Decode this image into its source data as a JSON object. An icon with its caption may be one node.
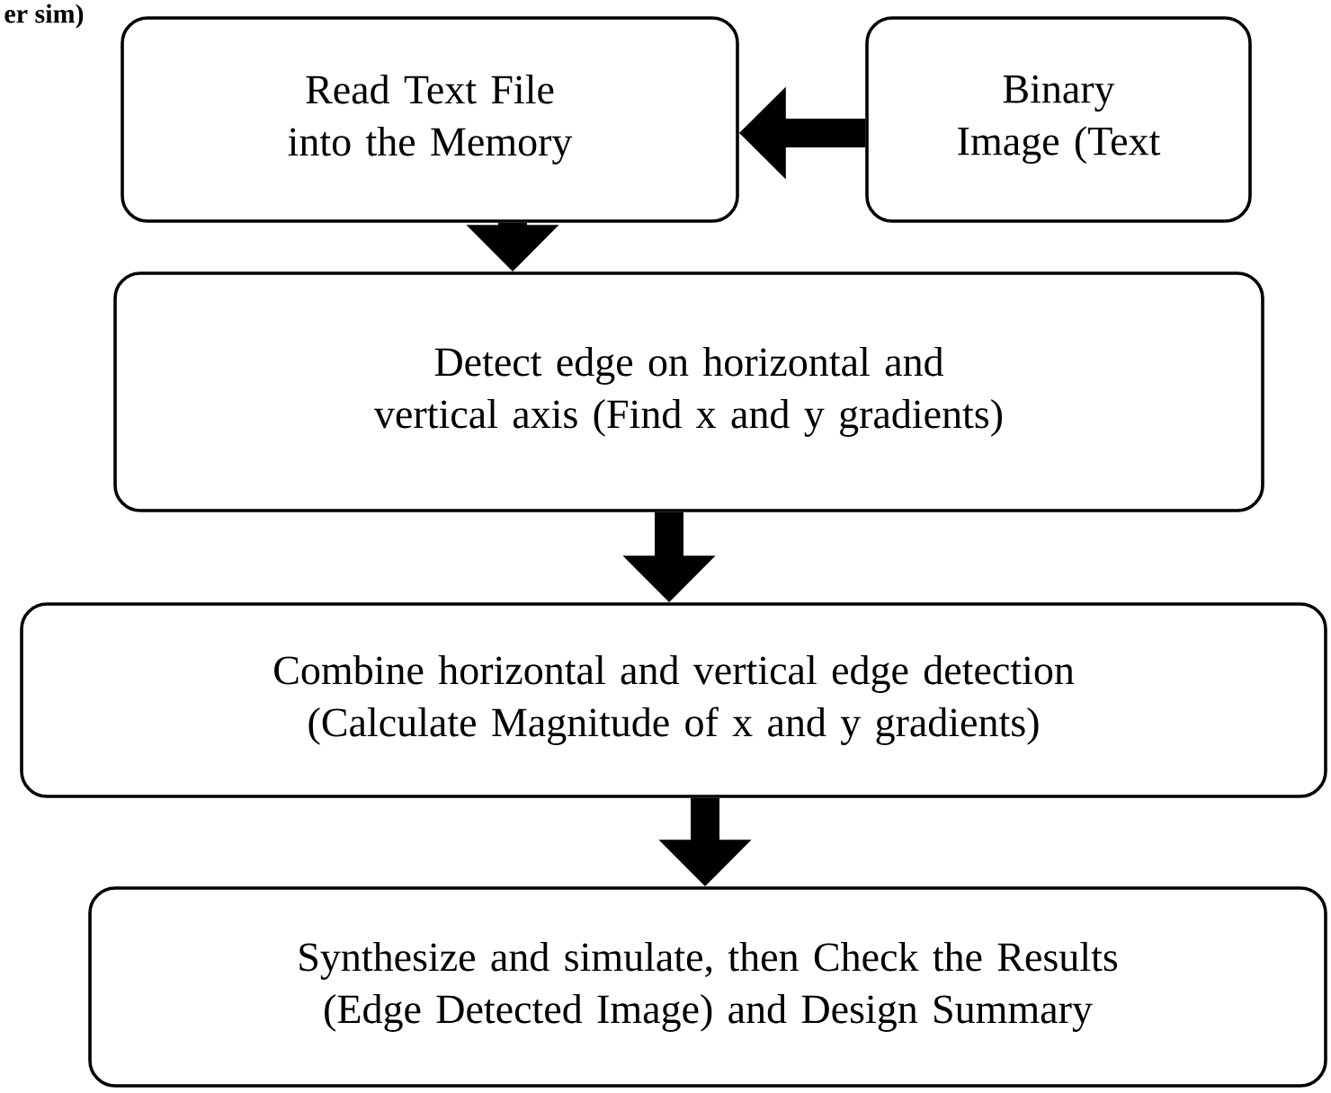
{
  "diagram": {
    "nodes": [
      {
        "text": [
          "Read Text File into the Memory"
        ]
      },
      {
        "text": [
          "Binary Image (Text"
        ]
      },
      {
        "text": [
          "Detect edge on horizontal and vertical axis (Find x and y gradients)"
        ]
      },
      {
        "text": [
          "Combine horizontal and vertical edge detection (Calculate Magnitude of x and y gradients)"
        ]
      },
      {
        "text": [
          "Synthesize and simulate, then Check the Results (Edge Detected Image) and Design Summary"
        ]
      }
    ],
    "edges": [
      {
        "from": 1,
        "to": 0,
        "arrow": "to"
      },
      {
        "from": 0,
        "to": 2,
        "arrow": "to"
      },
      {
        "from": 2,
        "to": 3,
        "arrow": "to"
      },
      {
        "from": 3,
        "to": 4,
        "arrow": "to"
      }
    ],
    "labels": [
      "er sim)"
    ]
  }
}
